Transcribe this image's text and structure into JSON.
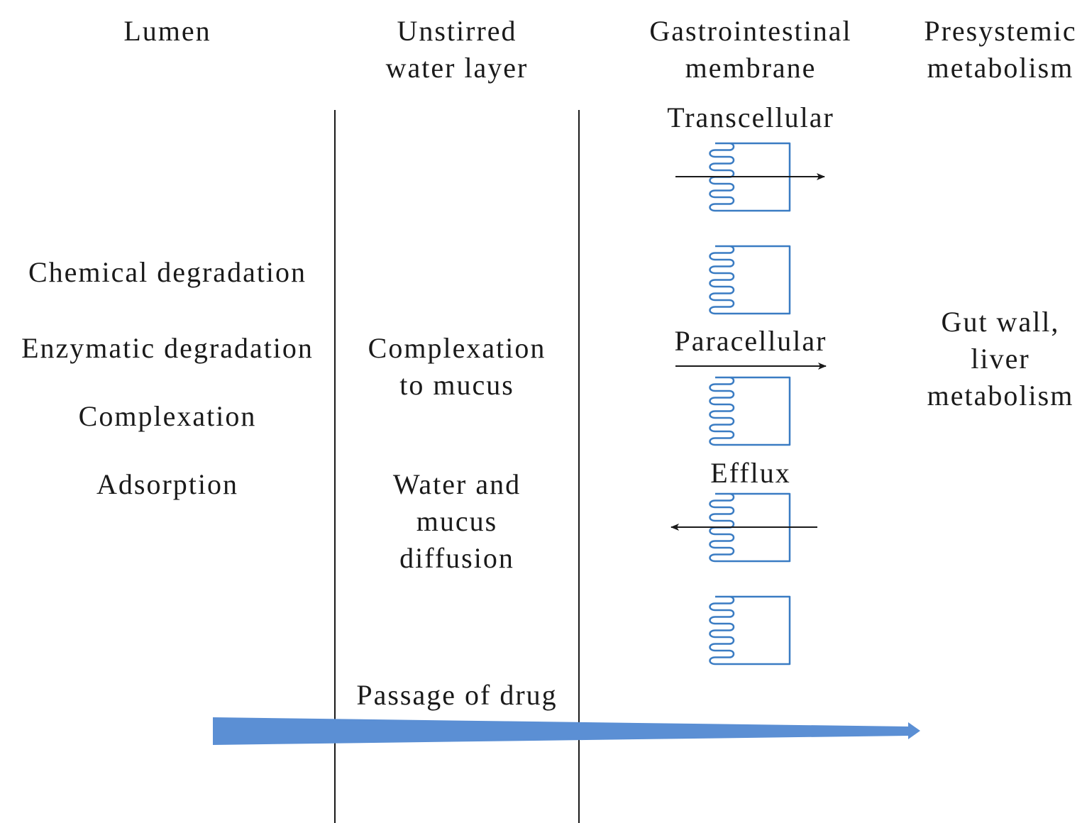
{
  "columns": {
    "lumen": "Lumen",
    "unstirred": [
      "Unstirred",
      "water layer"
    ],
    "membrane": [
      "Gastrointestinal",
      "membrane"
    ],
    "presystemic": [
      "Presystemic",
      "metabolism"
    ]
  },
  "lumen_processes": [
    "Chemical degradation",
    "Enzymatic degradation",
    "Complexation",
    "Adsorption"
  ],
  "unstirred_processes": {
    "complexation": [
      "Complexation",
      "to mucus"
    ],
    "diffusion": [
      "Water and",
      "mucus",
      "diffusion"
    ]
  },
  "membrane_routes": {
    "transcellular": "Transcellular",
    "paracellular": "Paracellular",
    "efflux": "Efflux"
  },
  "presystemic_text": [
    "Gut wall,",
    "liver",
    "metabolism"
  ],
  "passage": "Passage of drug",
  "colors": {
    "cell_outline": "#3a7cc3",
    "passage_arrow": "#5b8fd4",
    "lines": "#1a1a1a"
  }
}
